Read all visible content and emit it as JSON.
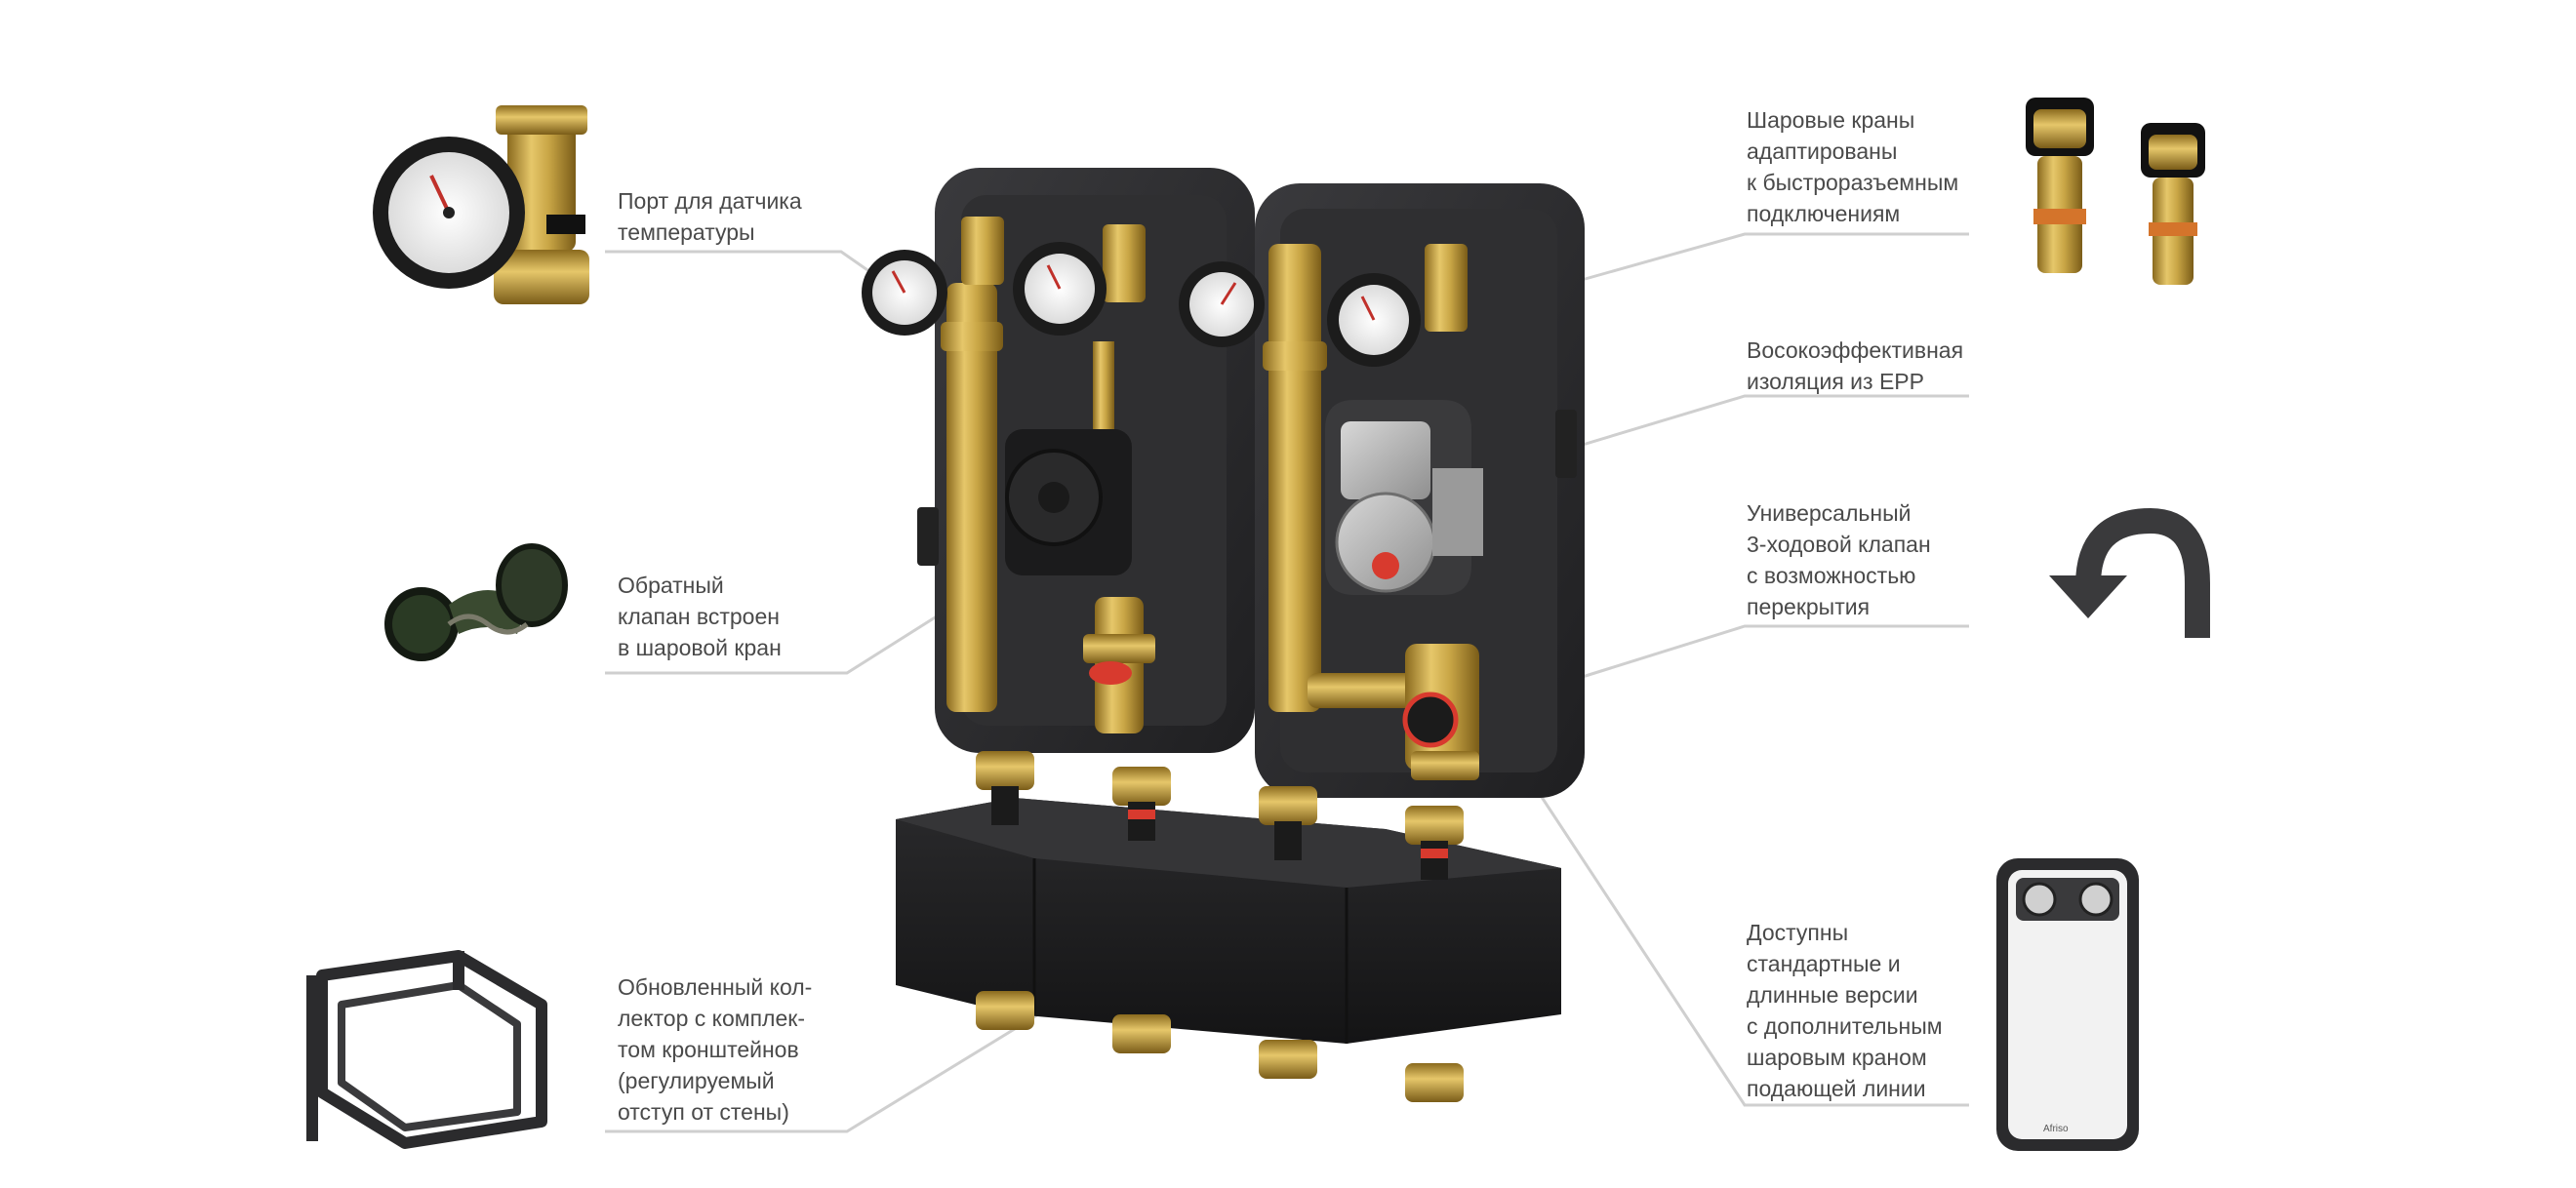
{
  "callouts": {
    "temp_port": [
      "Порт для датчика",
      "температуры"
    ],
    "check_valve": [
      "Обратный",
      "клапан встроен",
      "в шаровой кран"
    ],
    "manifold": [
      "Обновленный кол-",
      "лектор с комплек-",
      "том кронштейнов",
      "(регулируемый",
      "отступ от стены)"
    ],
    "ball_valves": [
      "Шаровые краны",
      "адаптированы",
      "к быстроразъемным",
      "подключениям"
    ],
    "insulation": [
      "Восокоэффективная",
      "изоляция из EPP"
    ],
    "mixing_valve": [
      "Универсальный",
      "3-ходовой клапан",
      "с возможностью",
      "перекрытия"
    ],
    "versions": [
      "Доступны",
      "стандартные и",
      "длинные версии",
      "с дополнительным",
      "шаровым краном",
      "подающей линии"
    ]
  },
  "product_brand": "Afriso",
  "colors": {
    "label_text": "#4a4a4a",
    "leader_line": "#cfcfcf",
    "insulation": "#2b2b2d",
    "brass": "#c9a646",
    "pump_red": "#d83a2e",
    "gauge_face": "#f4f4f4"
  }
}
